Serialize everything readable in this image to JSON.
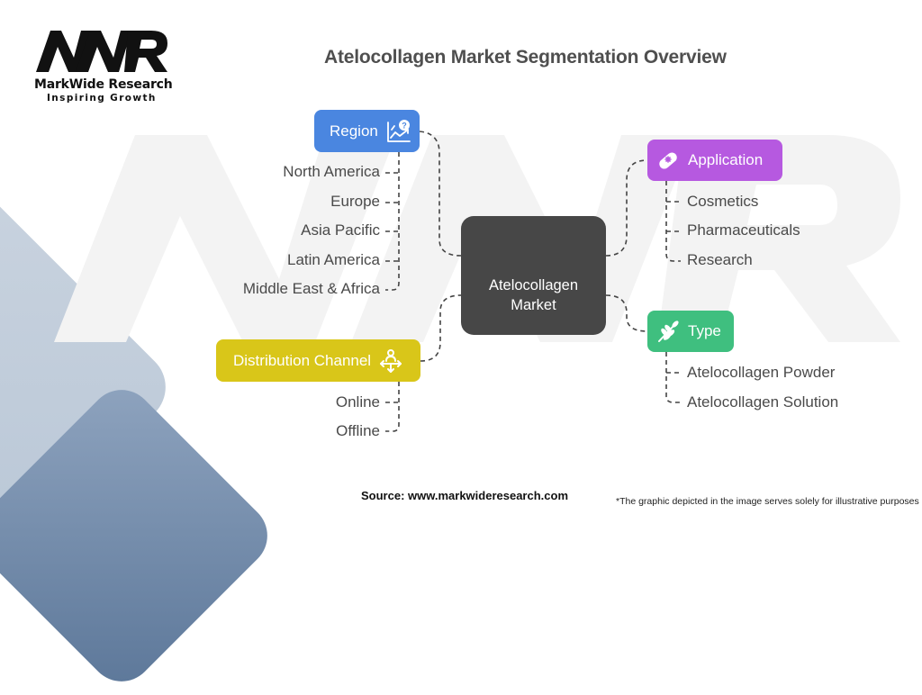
{
  "logo": {
    "mark": "MWR",
    "name": "MarkWide Research",
    "tagline": "Inspiring Growth"
  },
  "title": "Atelocollagen Market Segmentation Overview",
  "center": {
    "line1": "Atelocollagen",
    "line2": "Market",
    "color": "#474747"
  },
  "segments": {
    "region": {
      "label": "Region",
      "icon": "chart-question-icon",
      "color": "#4a86e0",
      "items": [
        "North America",
        "Europe",
        "Asia Pacific",
        "Latin America",
        "Middle East & Africa"
      ]
    },
    "application": {
      "label": "Application",
      "icon": "pill-icon",
      "color": "#b659e0",
      "items": [
        "Cosmetics",
        "Pharmaceuticals",
        "Research"
      ]
    },
    "type": {
      "label": "Type",
      "icon": "wheat-icon",
      "color": "#3fbf7f",
      "items": [
        "Atelocollagen Powder",
        "Atelocollagen Solution"
      ]
    },
    "distribution": {
      "label": "Distribution Channel",
      "icon": "person-arrows-icon",
      "color": "#d9c619",
      "items": [
        "Online",
        "Offline"
      ]
    }
  },
  "footer": {
    "source": "Source: www.markwideresearch.com",
    "disclaimer": "*The graphic depicted in the image serves solely for illustrative purposes"
  }
}
